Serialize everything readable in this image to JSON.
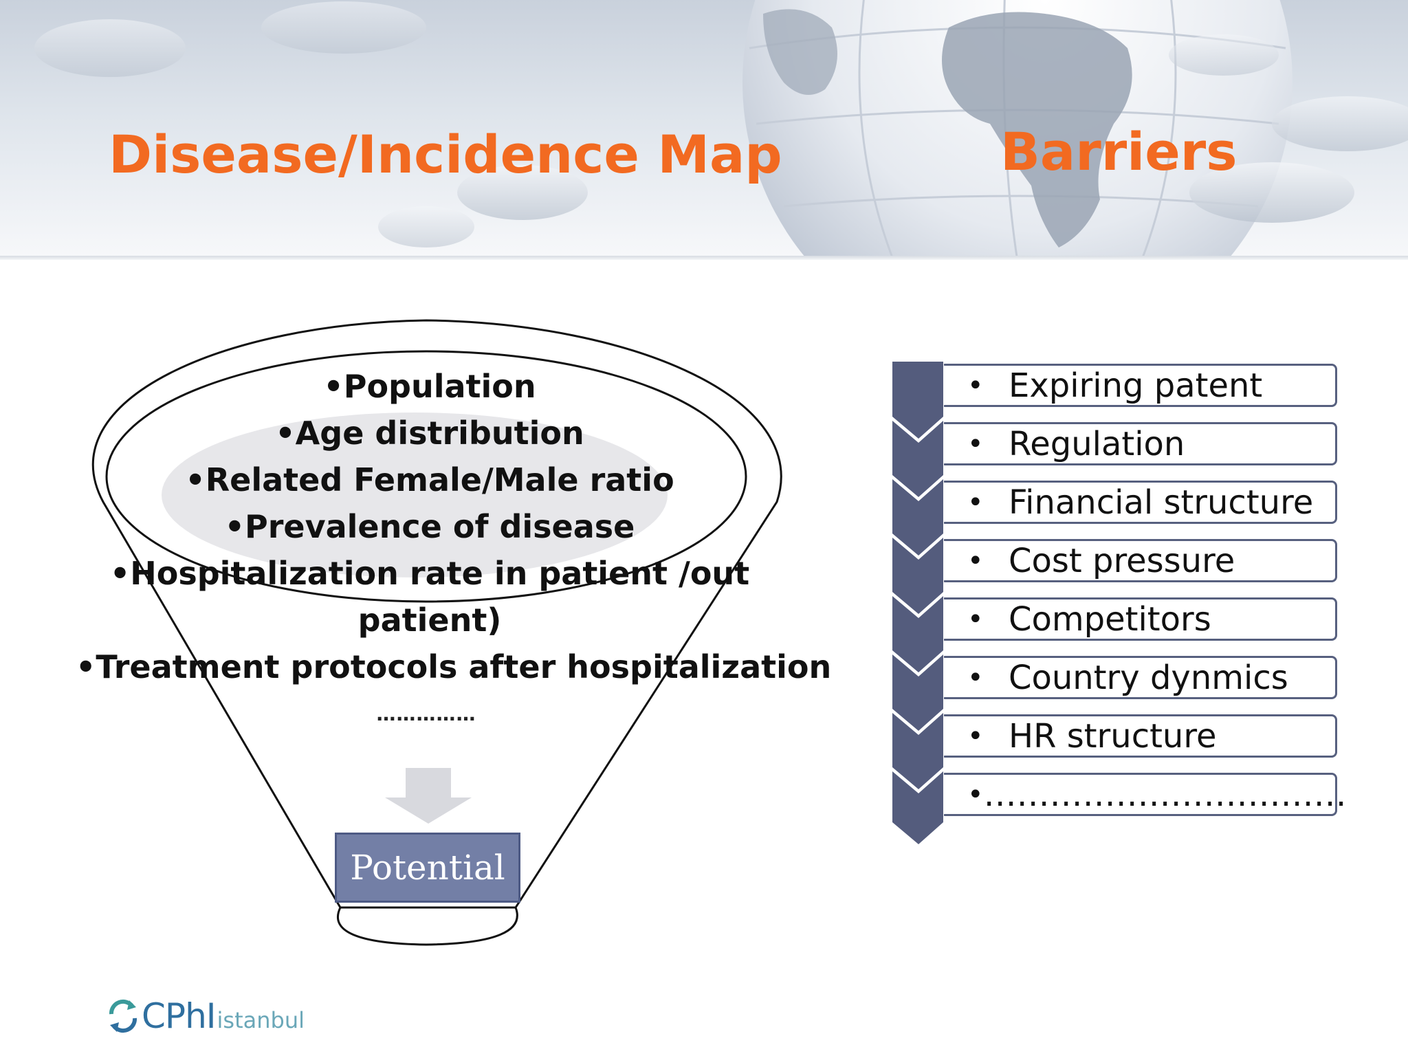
{
  "header": {
    "title_left": "Disease/Incidence Map",
    "title_right": "Barriers",
    "title_color": "#f26a21"
  },
  "funnel": {
    "lines": [
      "•Population",
      "•Age distribution",
      "•Related Female/Male ratio",
      "•Prevalence of disease",
      "•Hospitalization rate in patient /out",
      "patient)",
      "•Treatment protocols after hospitalization"
    ],
    "ellipsis": "……………",
    "result_label": "Potential",
    "result_color": "#737fa6"
  },
  "barriers": {
    "bullet": "•",
    "items": [
      "Expiring patent",
      "Regulation",
      "Financial structure",
      "Cost pressure",
      "Competitors",
      "Country dynmics",
      "HR structure",
      "……………………………"
    ],
    "chevron_color": "#545c7d"
  },
  "footer": {
    "logo_main": "CPhI",
    "logo_city": "istanbul",
    "logo_icon": "recycle-arrows-icon"
  }
}
